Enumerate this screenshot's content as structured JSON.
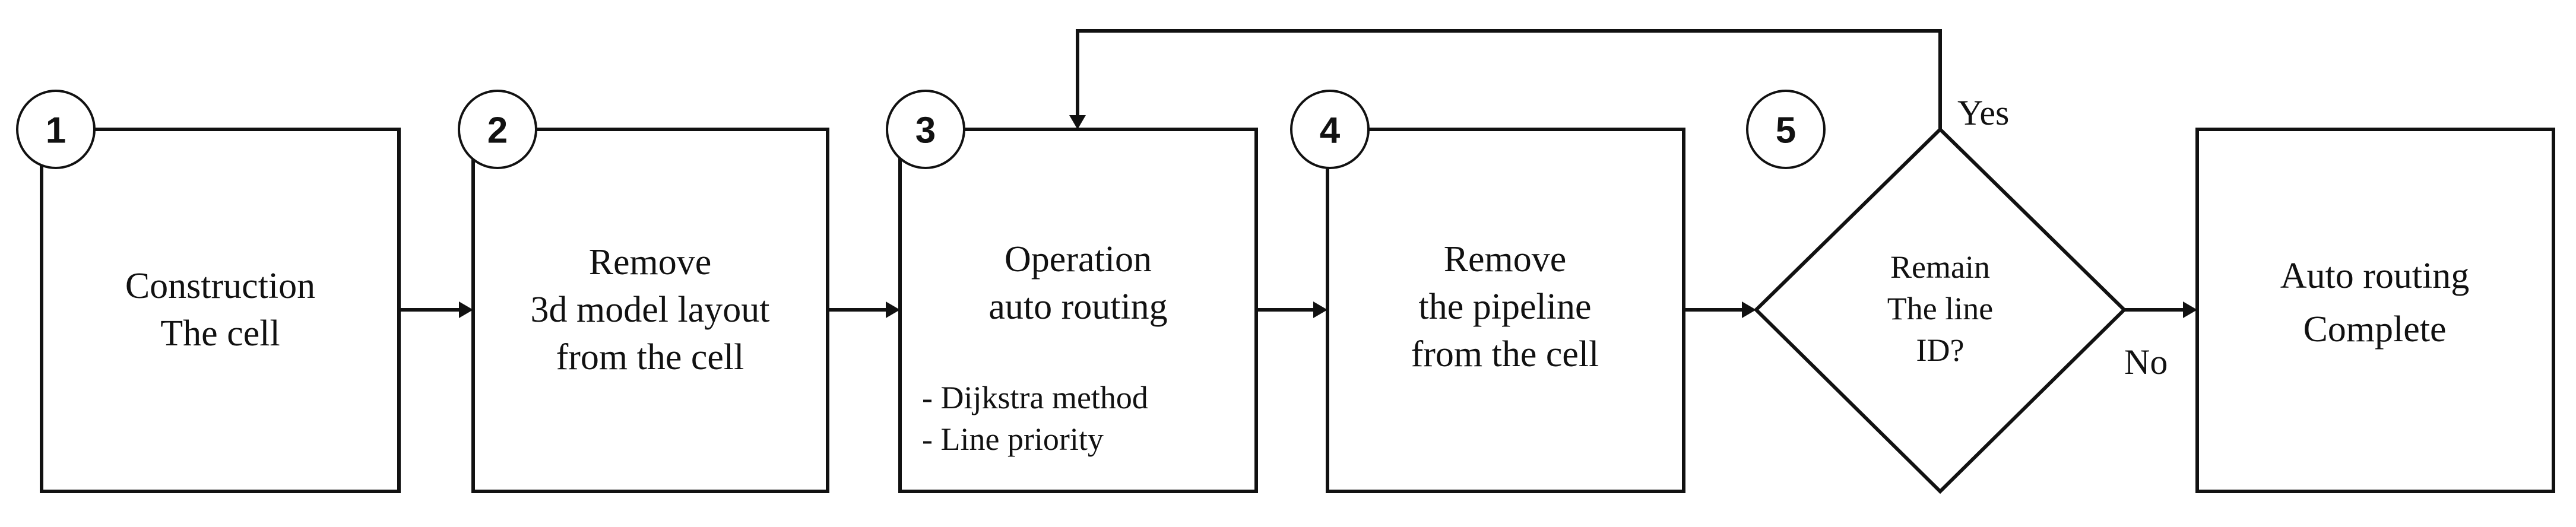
{
  "steps": [
    {
      "number": "1",
      "lines": [
        "Construction",
        "The cell"
      ]
    },
    {
      "number": "2",
      "lines": [
        "Remove",
        "3d model layout",
        "from the cell"
      ]
    },
    {
      "number": "3",
      "lines": [
        "Operation",
        "auto routing"
      ],
      "notes": [
        "- Dijkstra method",
        "- Line priority"
      ]
    },
    {
      "number": "4",
      "lines": [
        "Remove",
        "the pipeline",
        "from the cell"
      ]
    },
    {
      "number": "5",
      "lines": [
        "Remain",
        "The line",
        "ID?"
      ]
    }
  ],
  "final_step": {
    "lines": [
      "Auto routing",
      "Complete"
    ]
  },
  "branches": {
    "yes": "Yes",
    "no": "No"
  }
}
